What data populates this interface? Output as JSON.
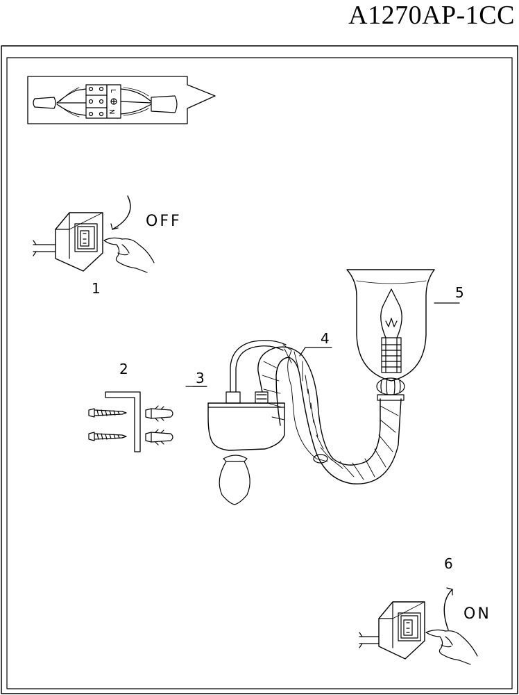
{
  "header": {
    "model_code": "A1270AP-1CC"
  },
  "steps": {
    "switch_off": {
      "number": "1",
      "label": "OFF"
    },
    "mounting_hardware": {
      "number": "2"
    },
    "backplate": {
      "number": "3"
    },
    "arm": {
      "number": "4"
    },
    "shade": {
      "number": "5"
    },
    "switch_on": {
      "number": "6",
      "label": "ON"
    }
  },
  "wiring": {
    "terminal_n": "N",
    "terminal_l": "L"
  },
  "icons": [
    "wiring-diagram",
    "switch-off-hand",
    "bracket",
    "screw",
    "wall-plug",
    "wall-lamp",
    "switch-on-hand"
  ]
}
